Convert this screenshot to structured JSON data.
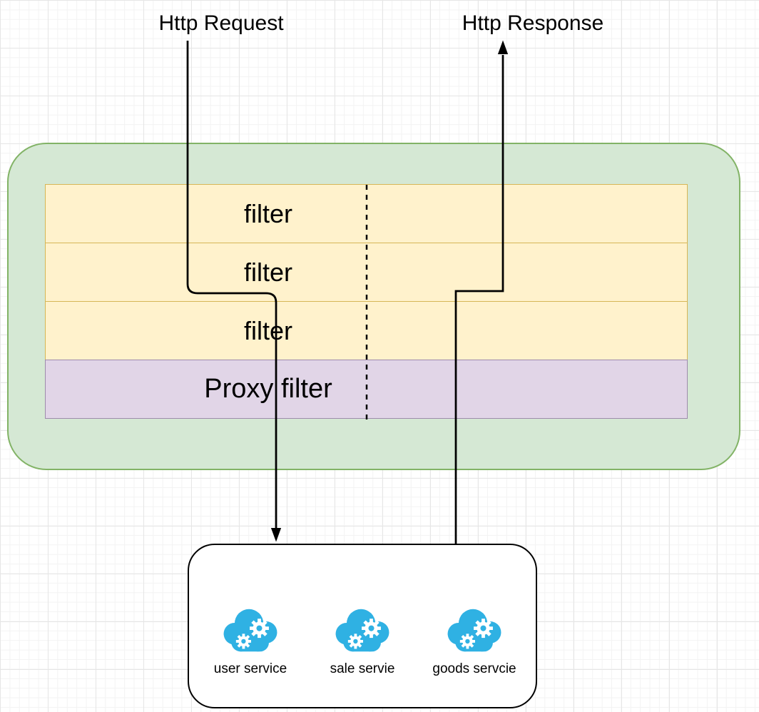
{
  "diagram": {
    "request_label": "Http Request",
    "response_label": "Http Response",
    "filter_container": {
      "rows": [
        {
          "label": "filter"
        },
        {
          "label": "filter"
        },
        {
          "label": "filter"
        },
        {
          "label": "Proxy filter"
        }
      ]
    },
    "services_box": {
      "services": [
        {
          "label": "user service",
          "icon": "cloud-gears-icon"
        },
        {
          "label": "sale servie",
          "icon": "cloud-gears-icon"
        },
        {
          "label": "goods servcie",
          "icon": "cloud-gears-icon"
        }
      ]
    }
  },
  "colors": {
    "container_fill": "#d5e8d4",
    "container_border": "#82b366",
    "filter_fill": "#fff2cc",
    "filter_border": "#d6b656",
    "proxy_fill": "#e1d5e7",
    "proxy_border": "#9e8bac",
    "cloud_blue": "#2fb1e3",
    "line_black": "#000000",
    "grid_minor": "#f3f3f3",
    "grid_major": "#e6e6e6"
  }
}
